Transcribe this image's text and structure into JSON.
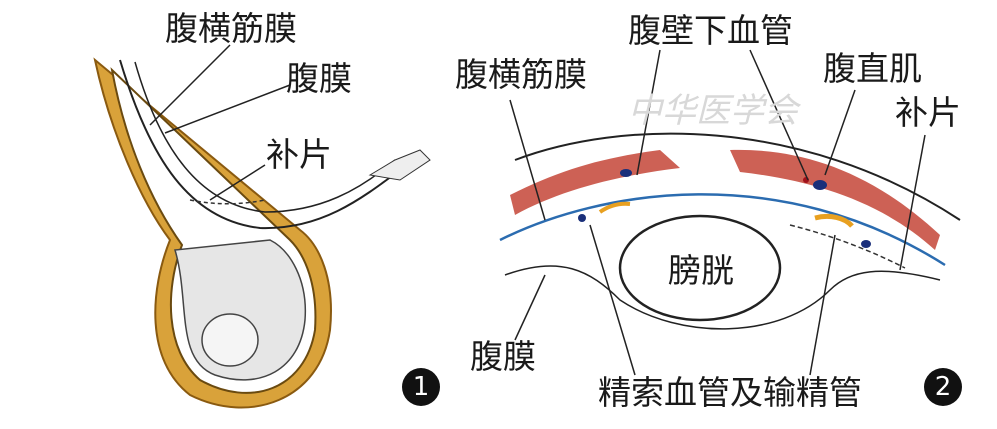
{
  "watermark": "中华医学会",
  "figure1": {
    "labels": {
      "transversalis_fascia": "腹横筋膜",
      "peritoneum": "腹膜",
      "mesh": "补片"
    },
    "number": "1"
  },
  "figure2": {
    "labels": {
      "inferior_epigastric_vessels": "腹壁下血管",
      "transversalis_fascia": "腹横筋膜",
      "rectus_abdominis": "腹直肌",
      "mesh": "补片",
      "bladder": "膀胱",
      "peritoneum": "腹膜",
      "spermatic_vessels_vas": "精索血管及输精管"
    },
    "number": "2"
  },
  "colors": {
    "muscle": "#c0392b",
    "fascia_blue": "#2b6cb0",
    "skin_yellow": "#d9a23a",
    "vessel_blue": "#1a2f7a",
    "vessel_red": "#a0101a"
  }
}
